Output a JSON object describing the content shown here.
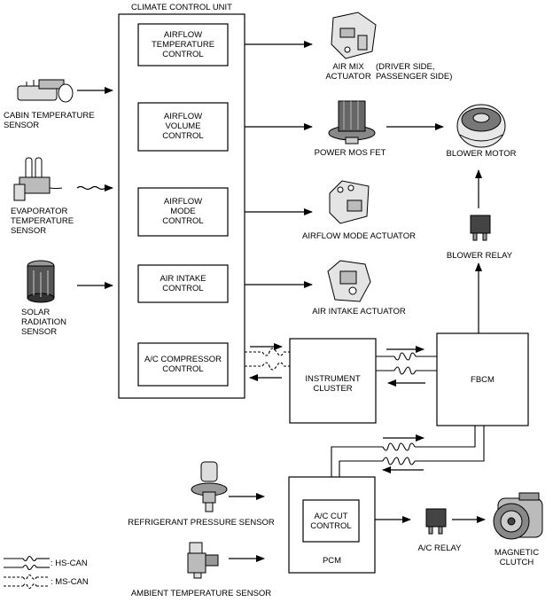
{
  "ccu": {
    "title": "CLIMATE CONTROL UNIT",
    "blocks": [
      {
        "label": "AIRFLOW\nTEMPERATURE\nCONTROL"
      },
      {
        "label": "AIRFLOW\nVOLUME\nCONTROL"
      },
      {
        "label": "AIRFLOW\nMODE\nCONTROL"
      },
      {
        "label": "AIR INTAKE\nCONTROL"
      },
      {
        "label": "A/C COMPRESSOR\nCONTROL"
      }
    ]
  },
  "inputs": {
    "cabin_temp": "CABIN TEMPERATURE\nSENSOR",
    "evaporator": "EVAPORATOR\nTEMPERATURE\nSENSOR",
    "solar": "SOLAR\nRADIATION\nSENSOR",
    "refrigerant": "REFRIGERANT PRESSURE SENSOR",
    "ambient": "AMBIENT TEMPERATURE SENSOR"
  },
  "outputs": {
    "air_mix": "AIR MIX\nACTUATOR",
    "air_mix_note": "(DRIVER SIDE,\n PASSENGER SIDE)",
    "power_mos": "POWER MOS FET",
    "blower_motor": "BLOWER MOTOR",
    "airflow_mode": "AIRFLOW MODE ACTUATOR",
    "blower_relay": "BLOWER RELAY",
    "air_intake": "AIR INTAKE ACTUATOR",
    "ac_relay": "A/C RELAY",
    "magnetic_clutch": "MAGNETIC\nCLUTCH"
  },
  "modules": {
    "instrument_cluster": "INSTRUMENT\nCLUSTER",
    "fbcm": "FBCM",
    "pcm": "PCM",
    "ac_cut": "A/C CUT\nCONTROL"
  },
  "legend": {
    "hs_can": ": HS-CAN",
    "ms_can": ": MS-CAN"
  }
}
